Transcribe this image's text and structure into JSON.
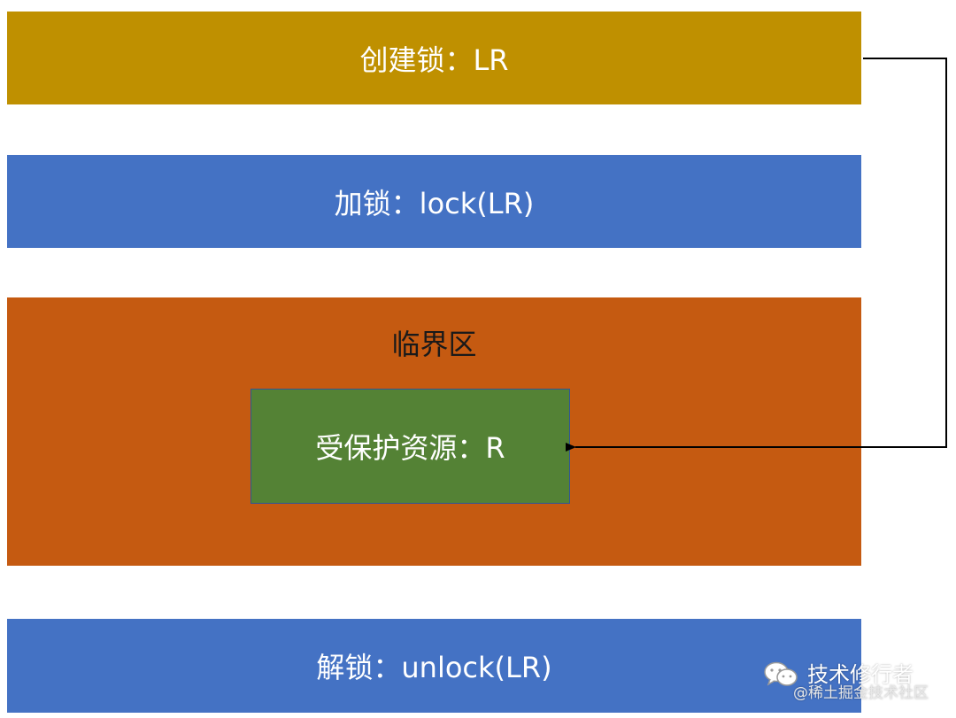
{
  "diagram": {
    "create_lock": "创建锁：LR",
    "acquire_lock": "加锁：lock(LR)",
    "critical_section": {
      "title": "临界区",
      "protected_resource": "受保护资源：R"
    },
    "release_lock": "解锁：unlock(LR)"
  },
  "watermark": {
    "title": "技术修行者",
    "subtitle": "@稀土掘金技术社区",
    "icon": "wechat-icon"
  },
  "colors": {
    "create": "#bf9000",
    "lock": "#4472c4",
    "critical": "#c55a11",
    "resource": "#548235",
    "unlock": "#4472c4",
    "connector": "#000000"
  }
}
